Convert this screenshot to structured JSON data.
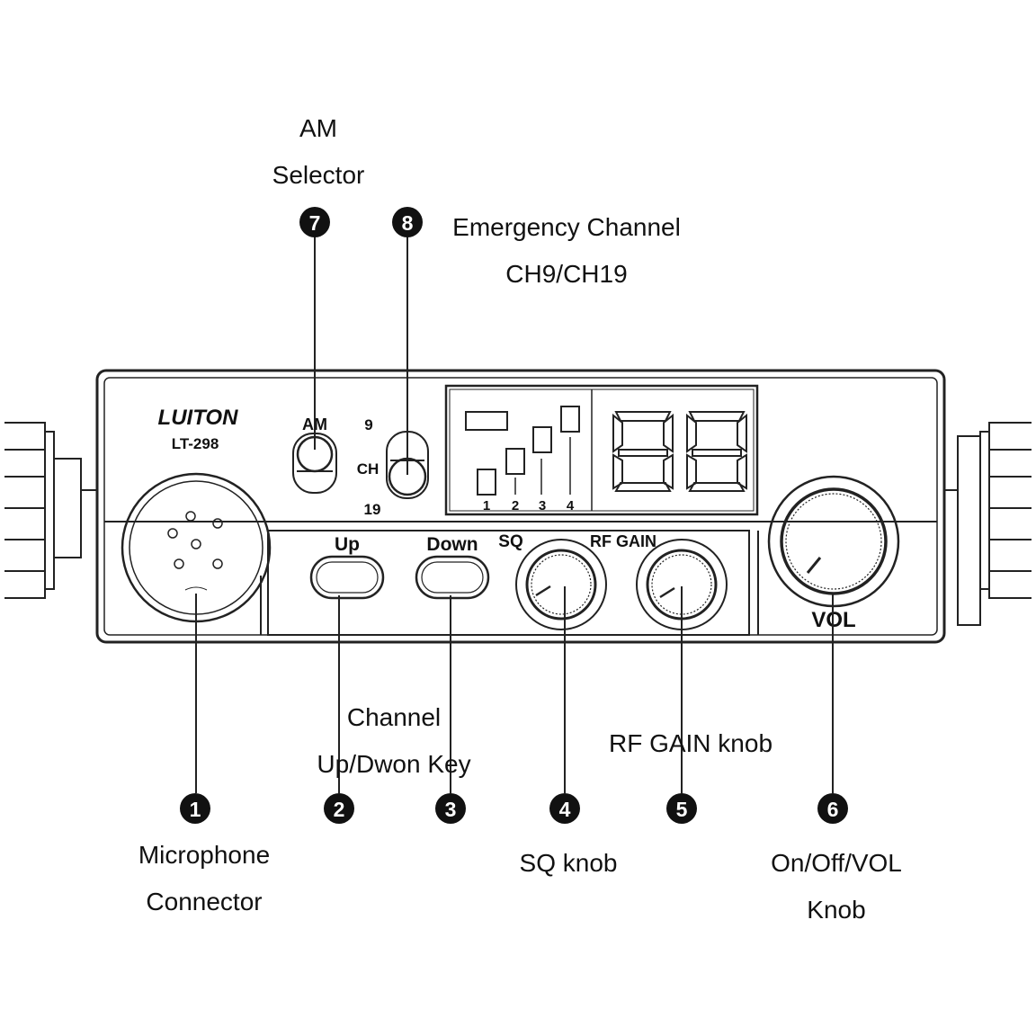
{
  "device": {
    "brand": "LUITON",
    "model": "LT-298",
    "am_label": "AM",
    "ch_label": "CH",
    "ch_top": "9",
    "ch_bottom": "19",
    "bar_labels": [
      "1",
      "2",
      "3",
      "4"
    ],
    "up_label": "Up",
    "down_label": "Down",
    "sq_label": "SQ",
    "rfgain_label": "RF GAIN",
    "vol_label": "VOL"
  },
  "callouts": [
    {
      "number": "1",
      "lines": [
        "Microphone",
        "Connector"
      ]
    },
    {
      "number": "2",
      "lines": [
        "Channel",
        "Up/Dwon Key"
      ]
    },
    {
      "number": "3",
      "lines": []
    },
    {
      "number": "4",
      "lines": [
        "SQ knob"
      ]
    },
    {
      "number": "5",
      "lines": [
        "RF GAIN knob"
      ]
    },
    {
      "number": "6",
      "lines": [
        "On/Off/VOL",
        "Knob"
      ]
    },
    {
      "number": "7",
      "lines": [
        "AM",
        "Selector"
      ]
    },
    {
      "number": "8",
      "lines": [
        "Emergency Channel",
        "CH9/CH19"
      ]
    }
  ],
  "colors": {
    "line": "#222222",
    "badge": "#111111",
    "badge_text": "#ffffff",
    "background": "#ffffff"
  }
}
